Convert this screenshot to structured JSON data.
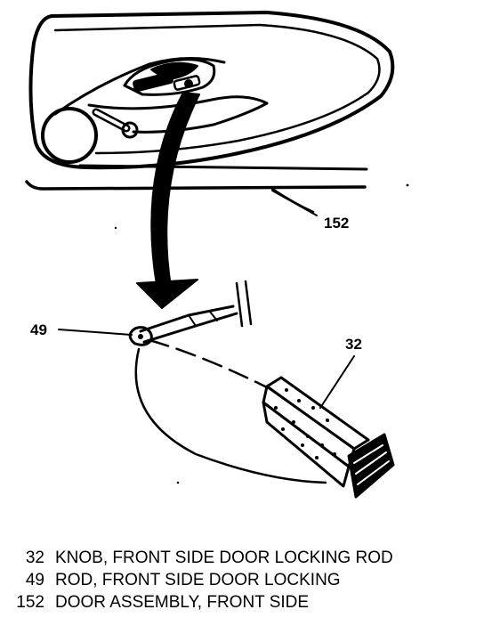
{
  "callouts": {
    "door": "152",
    "rod": "49",
    "knob": "32"
  },
  "legend": [
    {
      "number": "32",
      "description": "KNOB, FRONT SIDE DOOR LOCKING ROD"
    },
    {
      "number": "49",
      "description": "ROD, FRONT SIDE DOOR LOCKING"
    },
    {
      "number": "152",
      "description": "DOOR ASSEMBLY, FRONT SIDE"
    }
  ]
}
